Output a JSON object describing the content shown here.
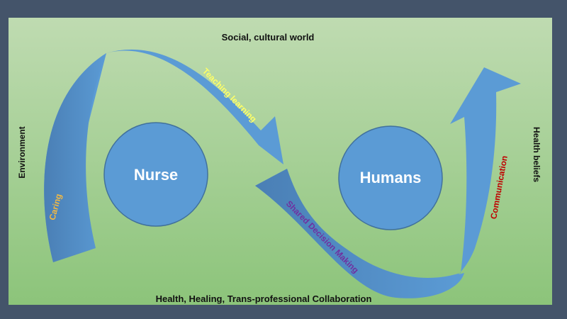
{
  "colors": {
    "frame": "#44546a",
    "panel_top": "#bfdbb1",
    "panel_bottom": "#8cc47a",
    "arrow_fill": "#5b9bd5",
    "arrow_fill_dark": "#4a7fb5",
    "circle_fill": "#5b9bd5",
    "circle_stroke": "#41719c",
    "circle_text": "#ffffff",
    "edge_text": "#111111",
    "caring_text": "#f4b942",
    "teaching_text": "#ffff66",
    "shared_text": "#7030a0",
    "communication_text": "#c00000"
  },
  "nodes": {
    "nurse": {
      "label": "Nurse"
    },
    "humans": {
      "label": "Humans"
    }
  },
  "edge_labels": {
    "top": "Social, cultural world",
    "bottom": "Health, Healing, Trans-professional Collaboration",
    "left": "Environment",
    "right": "Health beliefs"
  },
  "arrow_labels": {
    "caring": "Caring",
    "teaching": "Teaching learning",
    "shared": "Shared Decision Making",
    "communication": "Communication"
  }
}
